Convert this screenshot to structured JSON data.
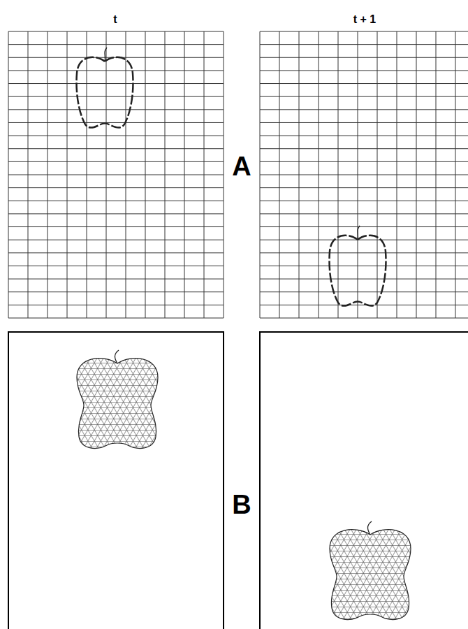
{
  "diagram": {
    "labels": [
      "t",
      "t + 1",
      "A",
      "B"
    ]
  }
}
